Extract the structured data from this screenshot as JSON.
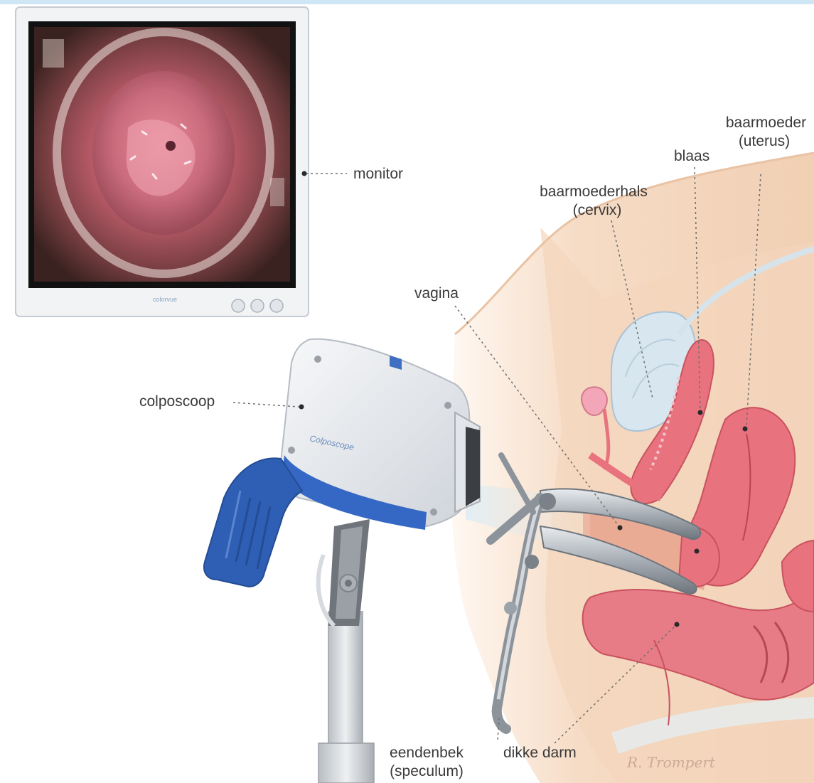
{
  "labels": {
    "monitor": "monitor",
    "colposcoop": "colposcoop",
    "baarmoeder": "baarmoeder",
    "uterus": "(uterus)",
    "blaas": "blaas",
    "baarmoederhals": "baarmoederhals",
    "cervix": "(cervix)",
    "vagina": "vagina",
    "eendenbek": "eendenbek",
    "speculum": "(speculum)",
    "dikke_darm": "dikke darm"
  },
  "signature": "R. Trompert",
  "device_brand": "Colposcope",
  "colors": {
    "tissue_pink": "#e8737f",
    "skin": "#f5dcc4",
    "device_blue": "#2f5fb5",
    "speculum_steel": "#9aa2aa"
  }
}
